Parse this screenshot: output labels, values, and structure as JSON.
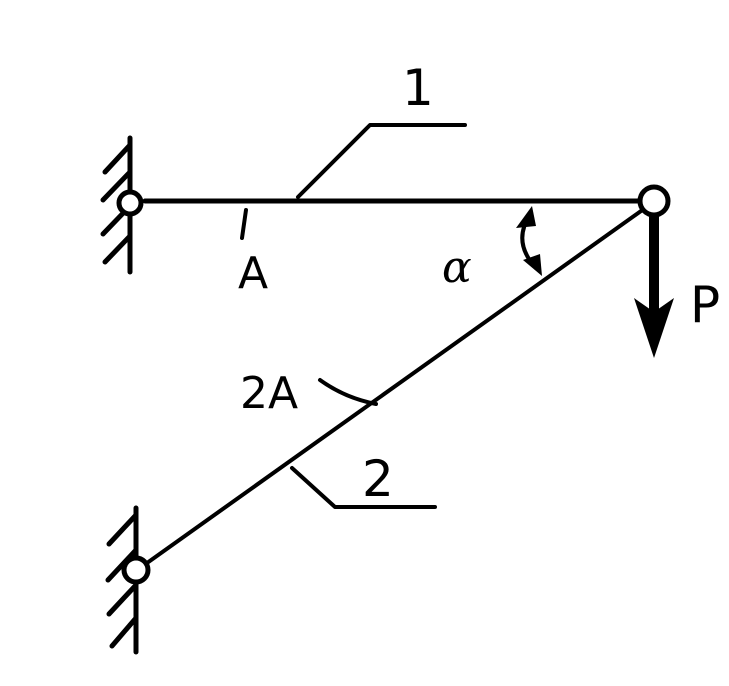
{
  "diagram": {
    "labels": {
      "rod1_number": "1",
      "rod1_area": "A",
      "angle": "α",
      "force": "P",
      "rod2_area": "2A",
      "rod2_number": "2"
    },
    "colors": {
      "ink": "#000000",
      "background": "#ffffff"
    }
  }
}
